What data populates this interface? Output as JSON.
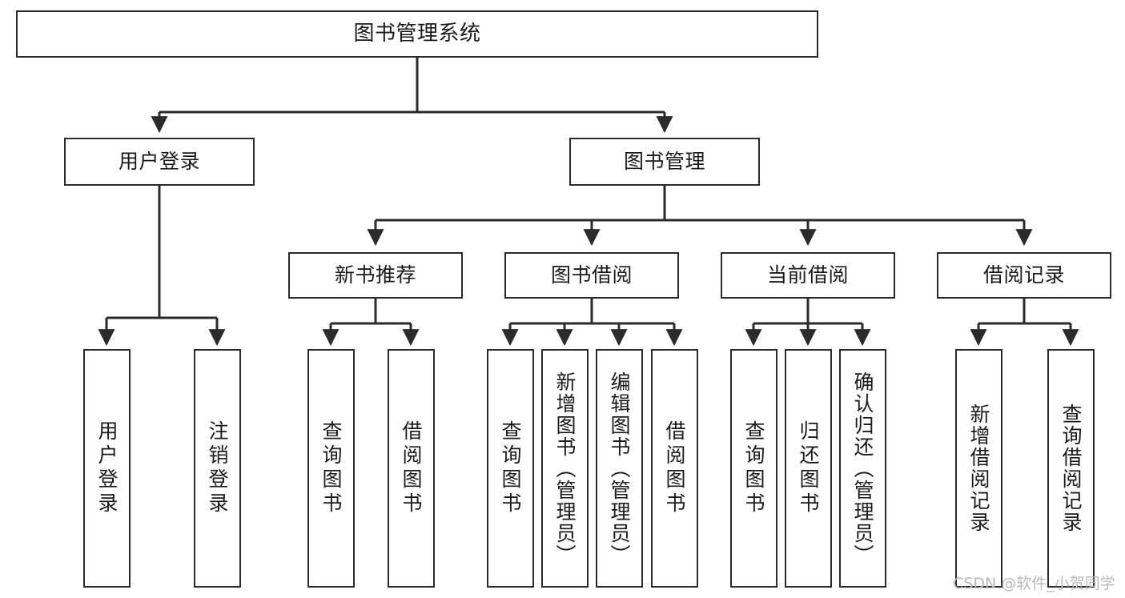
{
  "diagram": {
    "title": "图书管理系统",
    "type": "tree-hierarchy",
    "root": {
      "id": "root",
      "label": "图书管理系统"
    },
    "level2": [
      {
        "id": "user-login",
        "label": "用户登录"
      },
      {
        "id": "book-management",
        "label": "图书管理"
      }
    ],
    "level3": [
      {
        "id": "new-book-recommend",
        "label": "新书推荐",
        "parent": "book-management"
      },
      {
        "id": "book-borrow",
        "label": "图书借阅",
        "parent": "book-management"
      },
      {
        "id": "current-borrow",
        "label": "当前借阅",
        "parent": "book-management"
      },
      {
        "id": "borrow-record",
        "label": "借阅记录",
        "parent": "book-management"
      }
    ],
    "leaves": [
      {
        "id": "leaf-user-login",
        "label": "用户登录",
        "parent": "user-login"
      },
      {
        "id": "leaf-user-logout",
        "label": "注销登录",
        "parent": "user-login"
      },
      {
        "id": "leaf-query-book-1",
        "label": "查询图书",
        "parent": "new-book-recommend"
      },
      {
        "id": "leaf-borrow-book-1",
        "label": "借阅图书",
        "parent": "new-book-recommend"
      },
      {
        "id": "leaf-query-book-2",
        "label": "查询图书",
        "parent": "book-borrow"
      },
      {
        "id": "leaf-add-book",
        "label": "新增图书（管理员）",
        "parent": "book-borrow"
      },
      {
        "id": "leaf-edit-book",
        "label": "编辑图书（管理员）",
        "parent": "book-borrow"
      },
      {
        "id": "leaf-borrow-book-2",
        "label": "借阅图书",
        "parent": "book-borrow"
      },
      {
        "id": "leaf-query-book-3",
        "label": "查询图书",
        "parent": "current-borrow"
      },
      {
        "id": "leaf-return-book",
        "label": "归还图书",
        "parent": "current-borrow"
      },
      {
        "id": "leaf-confirm-return",
        "label": "确认归还（管理员）",
        "parent": "current-borrow"
      },
      {
        "id": "leaf-add-record",
        "label": "新增借阅记录",
        "parent": "borrow-record"
      },
      {
        "id": "leaf-query-record",
        "label": "查询借阅记录",
        "parent": "borrow-record"
      }
    ]
  },
  "watermark": {
    "text": "CSDN @软件_小贺同学"
  },
  "colors": {
    "stroke": "#2b2b2b",
    "background": "#ffffff",
    "text": "#1a1a1a",
    "watermark": "#b9b9b9"
  }
}
